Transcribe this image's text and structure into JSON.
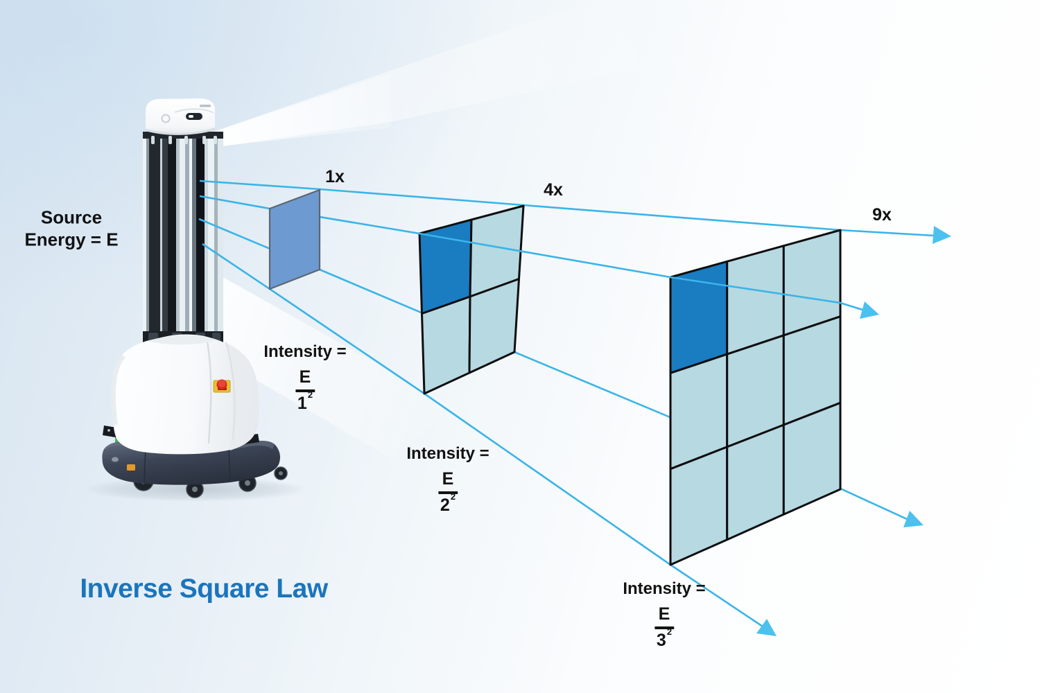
{
  "title": "Inverse Square Law",
  "source_label": {
    "line1": "Source",
    "line2": "Energy = E"
  },
  "panels": [
    {
      "multiplier": "1x",
      "intensity_prefix": "Intensity =",
      "numerator": "E",
      "denominator_base": "1",
      "denominator_exponent": "2"
    },
    {
      "multiplier": "4x",
      "intensity_prefix": "Intensity =",
      "numerator": "E",
      "denominator_base": "2",
      "denominator_exponent": "2"
    },
    {
      "multiplier": "9x",
      "intensity_prefix": "Intensity =",
      "numerator": "E",
      "denominator_base": "3",
      "denominator_exponent": "2"
    }
  ],
  "colors": {
    "ray": "#3ab4e8",
    "arrow": "#4cc1ee",
    "grid_dark_cell": "#1a7cc1",
    "grid_light_cell": "#b7d9e1",
    "grid_border": "#0d0e10",
    "square_fill": "#6d9ad0",
    "square_border": "#5b6673",
    "title_blue": "#1b75bc",
    "label_black": "#121212"
  }
}
